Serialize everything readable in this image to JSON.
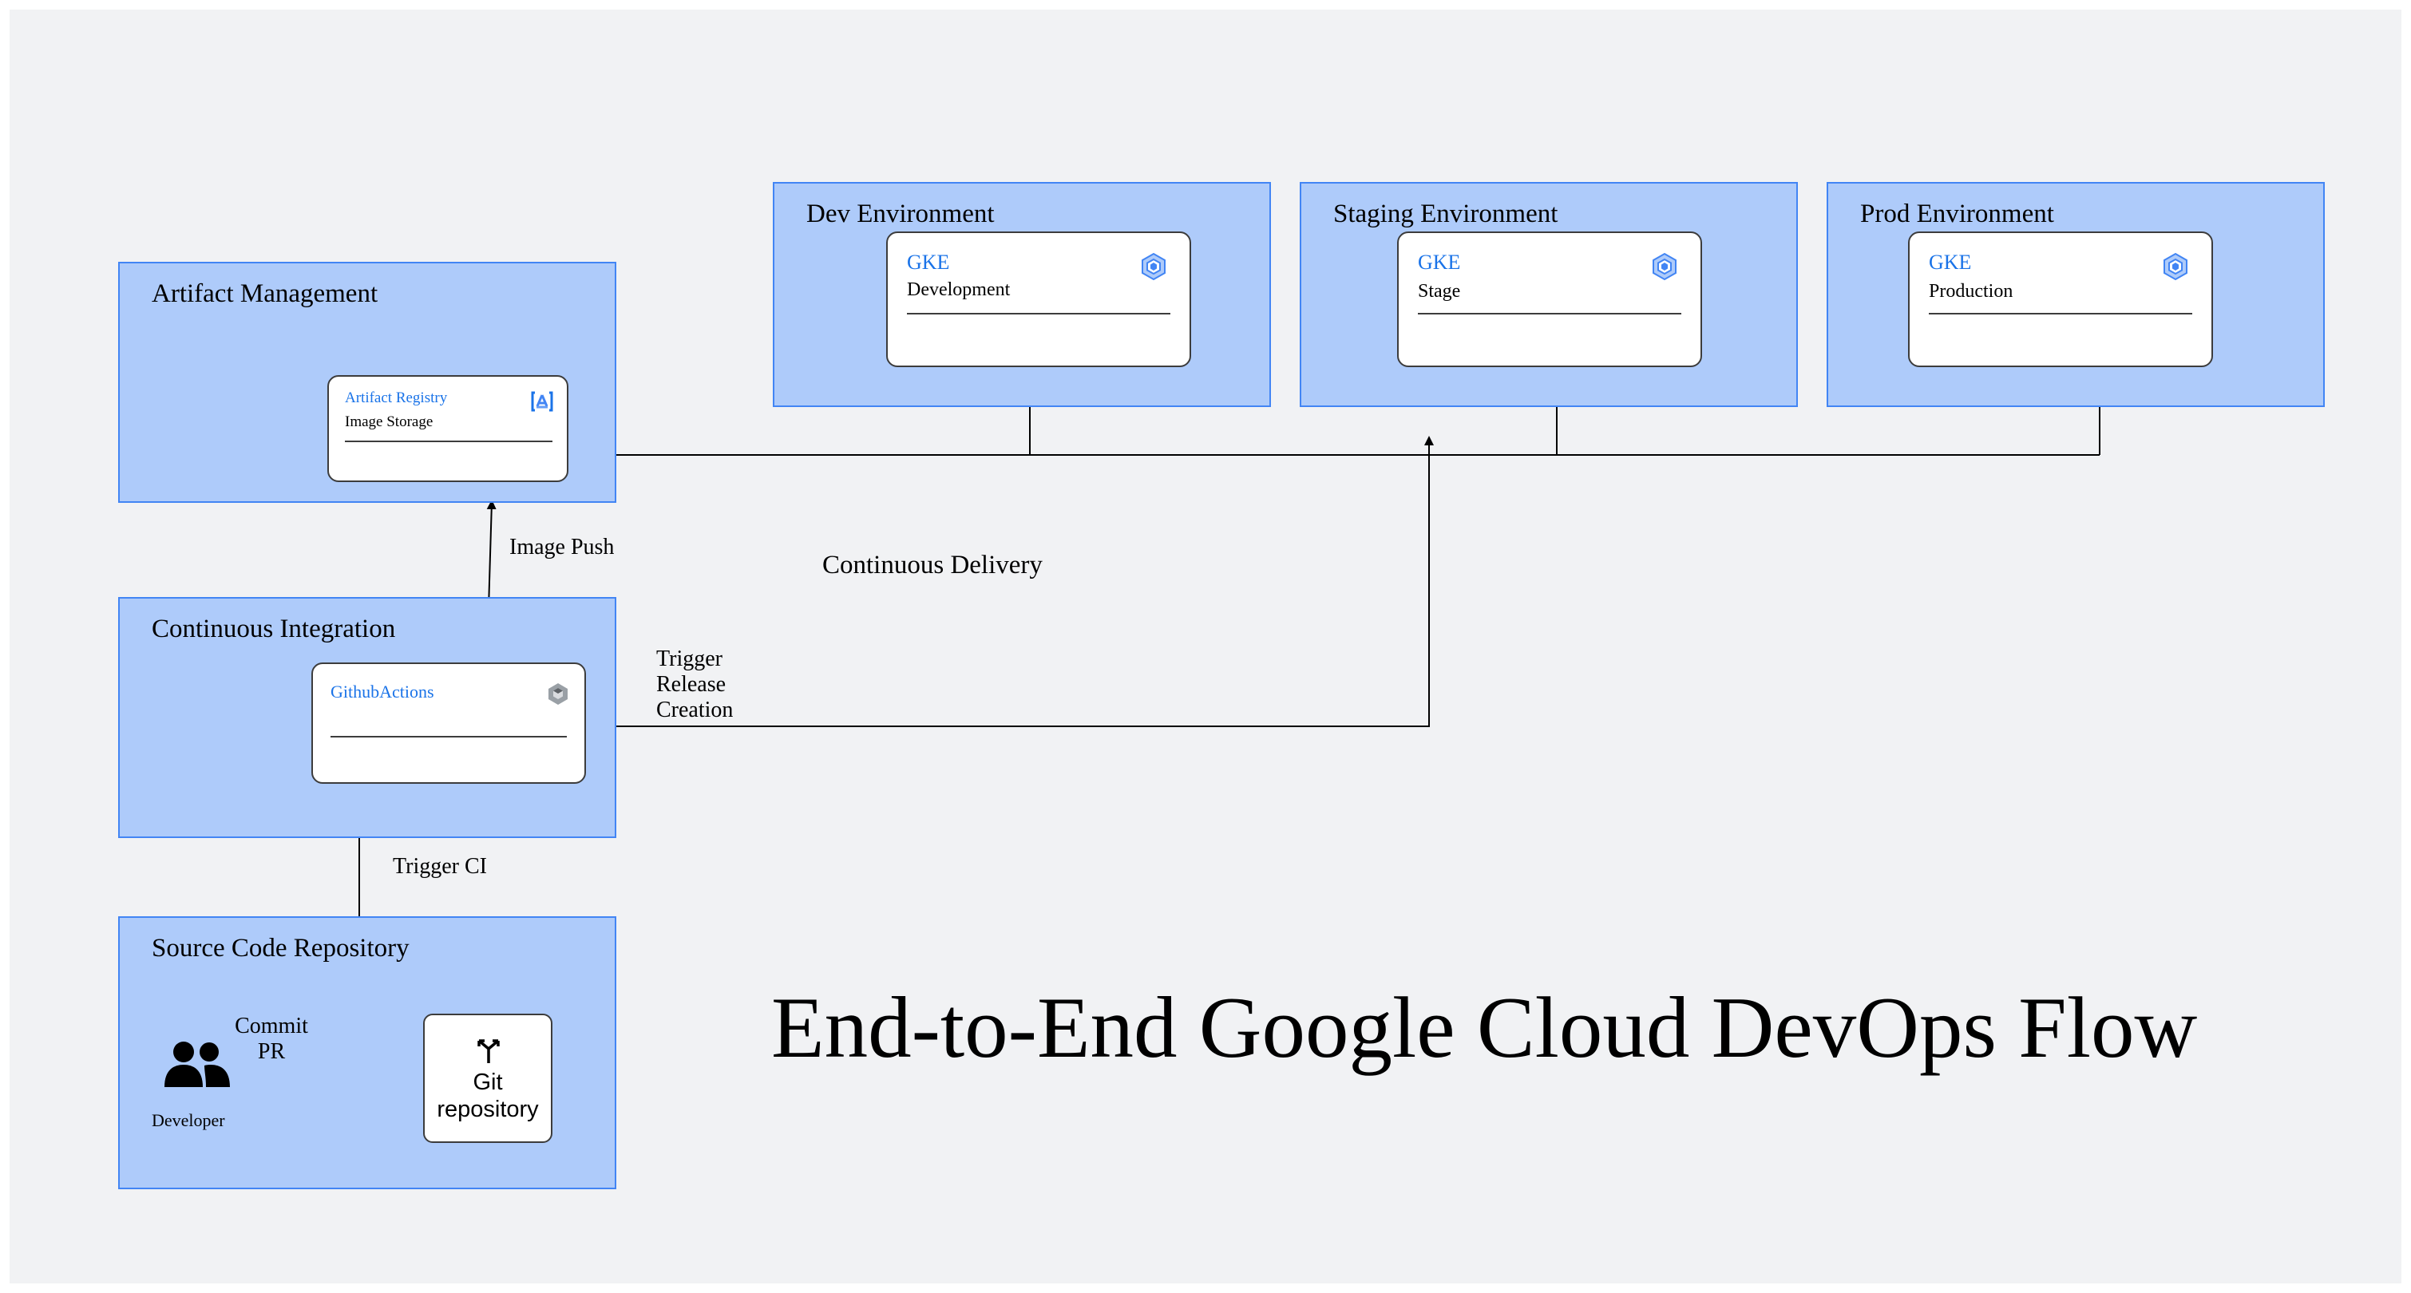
{
  "title": "End-to-End Google Cloud DevOps Flow",
  "groups": {
    "artifact": {
      "title": "Artifact Management"
    },
    "ci": {
      "title": "Continuous Integration"
    },
    "source": {
      "title": "Source Code Repository"
    },
    "dev": {
      "title": "Dev Environment"
    },
    "staging": {
      "title": "Staging Environment"
    },
    "prod": {
      "title": "Prod Environment"
    }
  },
  "cards": {
    "artifact_registry": {
      "title": "Artifact Registry",
      "subtitle": "Image Storage"
    },
    "github_actions": {
      "title": "GithubActions"
    },
    "gke_dev": {
      "title": "GKE",
      "subtitle": "Development"
    },
    "gke_stage": {
      "title": "GKE",
      "subtitle": "Stage"
    },
    "gke_prod": {
      "title": "GKE",
      "subtitle": "Production"
    }
  },
  "source": {
    "developer_label": "Developer",
    "commit_label": "Commit",
    "pr_label": "PR",
    "git_line1": "Git",
    "git_line2": "repository"
  },
  "edges": {
    "image_push": "Image Push",
    "trigger_ci": "Trigger CI",
    "trigger_release_1": "Trigger",
    "trigger_release_2": "Release",
    "trigger_release_3": "Creation",
    "continuous_delivery": "Continuous Delivery"
  },
  "colors": {
    "group_fill": "#aecbfa",
    "group_border": "#4285f4",
    "card_title": "#1a73e8",
    "canvas": "#f1f2f4"
  },
  "icons": {
    "gke": "gke-hexagon-icon",
    "artifact_registry": "artifact-registry-icon",
    "github_actions": "cloud-build-icon",
    "developer": "developer-users-icon",
    "git": "git-branch-icon"
  }
}
